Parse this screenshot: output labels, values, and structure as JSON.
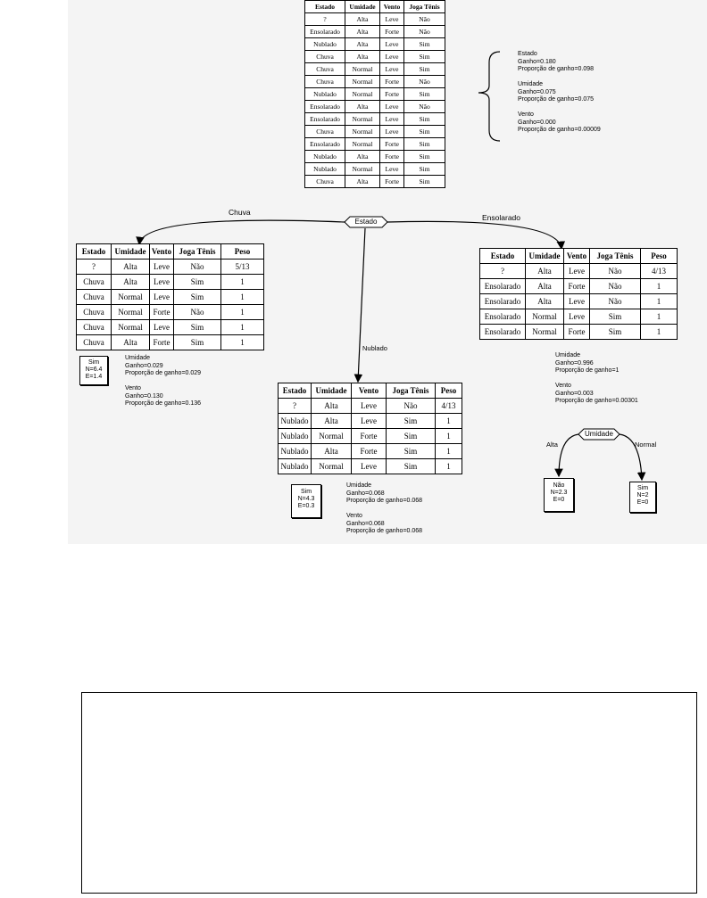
{
  "root_table": {
    "headers": [
      "Estado",
      "Umidade",
      "Vento",
      "Joga Tênis"
    ],
    "rows": [
      [
        "?",
        "Alta",
        "Leve",
        "Não"
      ],
      [
        "Ensolarado",
        "Alta",
        "Forte",
        "Não"
      ],
      [
        "Nublado",
        "Alta",
        "Leve",
        "Sim"
      ],
      [
        "Chuva",
        "Alta",
        "Leve",
        "Sim"
      ],
      [
        "Chuva",
        "Normal",
        "Leve",
        "Sim"
      ],
      [
        "Chuva",
        "Normal",
        "Forte",
        "Não"
      ],
      [
        "Nublado",
        "Normal",
        "Forte",
        "Sim"
      ],
      [
        "Ensolarado",
        "Alta",
        "Leve",
        "Não"
      ],
      [
        "Ensolarado",
        "Normal",
        "Leve",
        "Sim"
      ],
      [
        "Chuva",
        "Normal",
        "Leve",
        "Sim"
      ],
      [
        "Ensolarado",
        "Normal",
        "Forte",
        "Sim"
      ],
      [
        "Nublado",
        "Alta",
        "Forte",
        "Sim"
      ],
      [
        "Nublado",
        "Normal",
        "Leve",
        "Sim"
      ],
      [
        "Chuva",
        "Alta",
        "Forte",
        "Sim"
      ]
    ]
  },
  "root_gains": "Estado\nGanho=0.180\nProporção de ganho=0.098\n\nUmidade\nGanho=0.075\nProporção de ganho=0.075\n\nVento\nGanho=0.000\nProporção de ganho=0.00009",
  "root_node": "Estado",
  "branches": {
    "chuva": "Chuva",
    "ensolarado": "Ensolarado",
    "nublado": "Nublado"
  },
  "chuva_table": {
    "headers": [
      "Estado",
      "Umidade",
      "Vento",
      "Joga Tênis",
      "Peso"
    ],
    "rows": [
      [
        "?",
        "Alta",
        "Leve",
        "Não",
        "5/13"
      ],
      [
        "Chuva",
        "Alta",
        "Leve",
        "Sim",
        "1"
      ],
      [
        "Chuva",
        "Normal",
        "Leve",
        "Sim",
        "1"
      ],
      [
        "Chuva",
        "Normal",
        "Forte",
        "Não",
        "1"
      ],
      [
        "Chuva",
        "Normal",
        "Leve",
        "Sim",
        "1"
      ],
      [
        "Chuva",
        "Alta",
        "Forte",
        "Sim",
        "1"
      ]
    ]
  },
  "chuva_leaf": [
    "Sim",
    "N=6.4",
    "E=1.4"
  ],
  "chuva_gains": "Umidade\nGanho=0.029\nProporção de ganho=0.029\n\nVento\nGanho=0.130\nProporção de ganho=0.136",
  "ensolarado_table": {
    "headers": [
      "Estado",
      "Umidade",
      "Vento",
      "Joga Tênis",
      "Peso"
    ],
    "rows": [
      [
        "?",
        "Alta",
        "Leve",
        "Não",
        "4/13"
      ],
      [
        "Ensolarado",
        "Alta",
        "Forte",
        "Não",
        "1"
      ],
      [
        "Ensolarado",
        "Alta",
        "Leve",
        "Não",
        "1"
      ],
      [
        "Ensolarado",
        "Normal",
        "Leve",
        "Sim",
        "1"
      ],
      [
        "Ensolarado",
        "Normal",
        "Forte",
        "Sim",
        "1"
      ]
    ]
  },
  "ensolarado_gains": "Umidade\nGanho=0.996\nProporção de ganho=1\n\nVento\nGanho=0.003\nProporção de ganho=0.00301",
  "umidade_node": "Umidade",
  "umidade_branches": {
    "alta": "Alta",
    "normal": "Normal"
  },
  "leaf_nao": [
    "Não",
    "N=2.3",
    "E=0"
  ],
  "leaf_sim": [
    "Sim",
    "N=2",
    "E=0"
  ],
  "nublado_table": {
    "headers": [
      "Estado",
      "Umidade",
      "Vento",
      "Joga Tênis",
      "Peso"
    ],
    "rows": [
      [
        "?",
        "Alta",
        "Leve",
        "Não",
        "4/13"
      ],
      [
        "Nublado",
        "Alta",
        "Leve",
        "Sim",
        "1"
      ],
      [
        "Nublado",
        "Normal",
        "Forte",
        "Sim",
        "1"
      ],
      [
        "Nublado",
        "Alta",
        "Forte",
        "Sim",
        "1"
      ],
      [
        "Nublado",
        "Normal",
        "Leve",
        "Sim",
        "1"
      ]
    ]
  },
  "nublado_leaf": [
    "Sim",
    "N=4.3",
    "E=0.3"
  ],
  "nublado_gains": "Umidade\nGanho=0.068\nProporção de ganho=0.068\n\nVento\nGanho=0.068\nProporção de ganho=0.068"
}
